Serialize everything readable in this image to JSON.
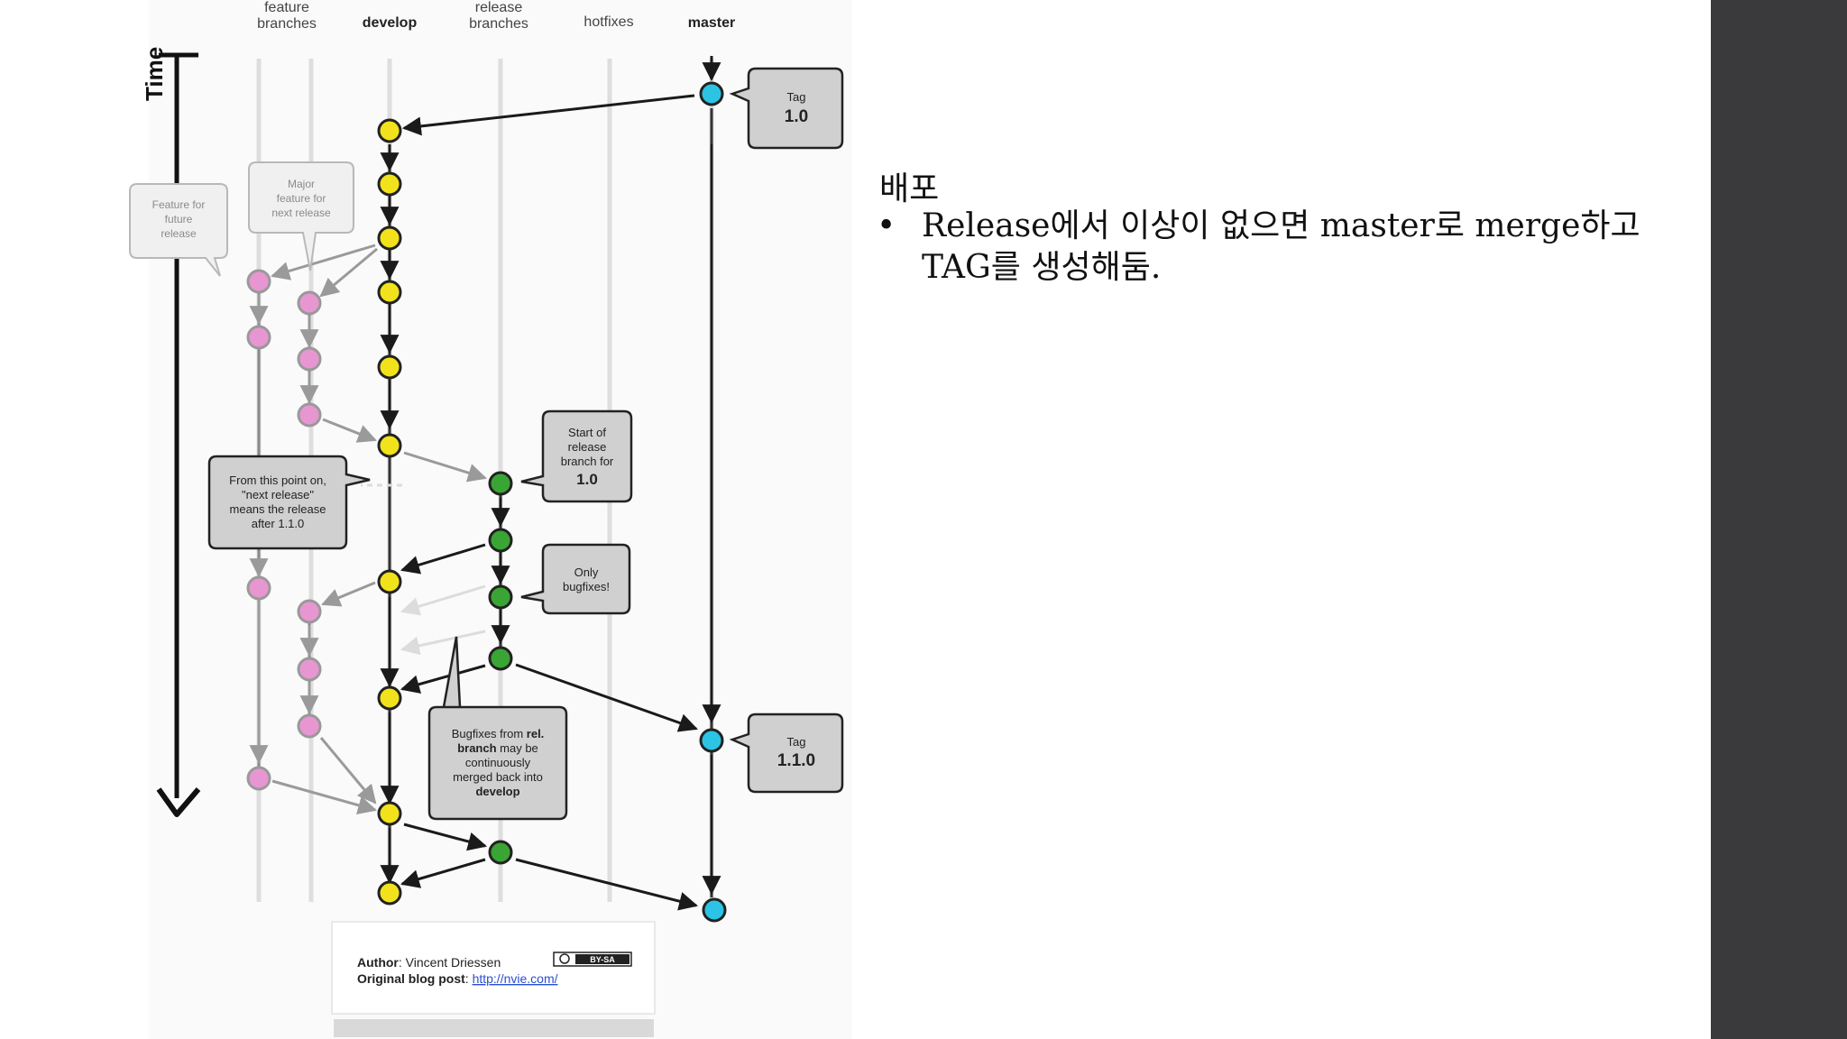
{
  "columns": {
    "feature_line1": "feature",
    "feature_line2": "branches",
    "develop": "develop",
    "release_line1": "release",
    "release_line2": "branches",
    "hotfixes": "hotfixes",
    "master": "master"
  },
  "time_label": "Time",
  "callouts": {
    "tag_10_label": "Tag",
    "tag_10_value": "1.0",
    "tag_110_label": "Tag",
    "tag_110_value": "1.1.0",
    "future_1": "Feature for",
    "future_2": "future",
    "future_3": "release",
    "major_1": "Major",
    "major_2": "feature for",
    "major_3": "next release",
    "start_1": "Start of",
    "start_2": "release",
    "start_3": "branch for",
    "start_4": "1.0",
    "fromthis_1": "From this point on,",
    "fromthis_2": "\"next release\"",
    "fromthis_3": "means the release",
    "fromthis_4": "after 1.1.0",
    "bugfixes_1": "Only",
    "bugfixes_2": "bugfixes!",
    "rel_1a": "Bugfixes from ",
    "rel_1b": "rel.",
    "rel_2a": "branch",
    "rel_2b": " may be",
    "rel_3": "continuously",
    "rel_4": "merged back into",
    "rel_5": "develop"
  },
  "credit": {
    "author_label": "Author",
    "author_name": ": Vincent Driessen",
    "blog_label": "Original blog post",
    "blog_sep": ": ",
    "blog_url": "http://nvie.com/",
    "license": "BY-SA"
  },
  "slide": {
    "title": "배포",
    "bullets": [
      "Release에서 이상이 없으면 master로 merge하고 TAG를 생성해둠."
    ]
  },
  "colors": {
    "develop": "#f2e21b",
    "feature": "#e896d2",
    "release": "#3aa534",
    "master": "#2bc4e4",
    "side_panel": "#3a3a3c"
  }
}
